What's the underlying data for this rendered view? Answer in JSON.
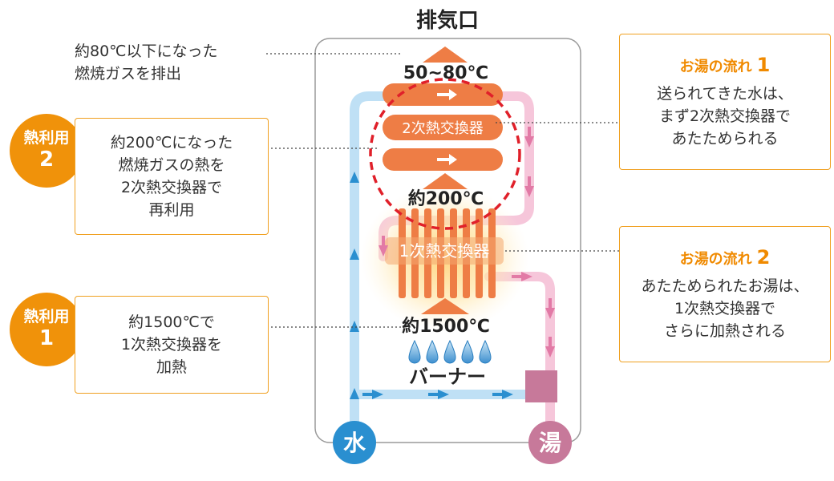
{
  "exhaust_label": "排気口",
  "exhaust_note": "約80℃以下になった\n燃焼ガスを排出",
  "temp_top": "50~80℃",
  "temp_mid": "約200℃",
  "temp_bottom": "約1500℃",
  "secondary_hx_label": "2次熱交換器",
  "primary_hx_label": "1次熱交換器",
  "burner_label": "バーナー",
  "water_label": "水",
  "hot_water_label": "湯",
  "heat_use_2": {
    "badge_line1": "熱利用",
    "badge_num": "2",
    "text": "約200℃になった\n燃焼ガスの熱を\n2次熱交換器で\n再利用"
  },
  "heat_use_1": {
    "badge_line1": "熱利用",
    "badge_num": "1",
    "text": "約1500℃で\n1次熱交換器を\n加熱"
  },
  "flow_1": {
    "title": "お湯の流れ",
    "num": "1",
    "text": "送られてきた水は、\nまず2次熱交換器で\nあたためられる"
  },
  "flow_2": {
    "title": "お湯の流れ",
    "num": "2",
    "text": "あたためられたお湯は、\n1次熱交換器で\nさらに加熱される"
  },
  "colors": {
    "orange": "#f0920a",
    "water_blue": "#2a8fd0",
    "pipe_blue": "#bfe0f5",
    "pipe_pink": "#f6c6da",
    "hot_pink": "#c7799a",
    "hx_orange": "#ee7d45",
    "dashed_red": "#e0202a"
  }
}
